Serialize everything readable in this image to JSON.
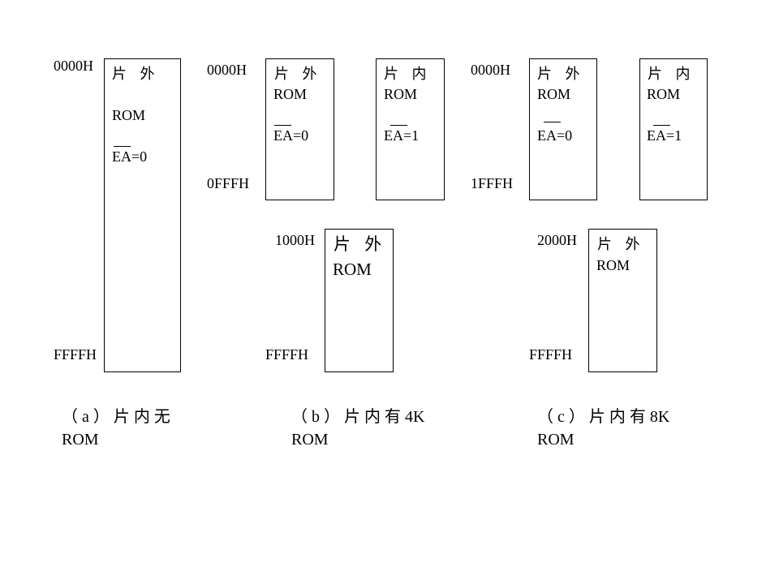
{
  "diagram_a": {
    "addr_top": "0000H",
    "addr_bottom": "FFFFH",
    "box_title": "片 外",
    "box_rom": "ROM",
    "box_ea": "EA=0",
    "caption_line1": "（ a ） 片 内 无",
    "caption_line2": "ROM"
  },
  "diagram_b": {
    "addr_top": "0000H",
    "addr_mid": "0FFFH",
    "addr_1000": "1000H",
    "addr_bottom": "FFFFH",
    "ext_title": "片 外",
    "ext_rom": "ROM",
    "ext_ea": "EA=0",
    "int_title": "片 内",
    "int_rom": "ROM",
    "int_ea": "EA=1",
    "lower_title": "片 外",
    "lower_rom": "ROM",
    "caption_line1": "（ b ） 片 内 有 4K",
    "caption_line2": "ROM"
  },
  "diagram_c": {
    "addr_top": "0000H",
    "addr_mid": "1FFFH",
    "addr_2000": "2000H",
    "addr_bottom": "FFFFH",
    "ext_title": "片 外",
    "ext_rom": "ROM",
    "ext_ea": "EA=0",
    "int_title": "片 内",
    "int_rom": "ROM",
    "int_ea": "EA=1",
    "lower_title": "片 外",
    "lower_rom": "ROM",
    "caption_line1": "（ c ） 片 内 有 8K",
    "caption_line2": "ROM"
  }
}
